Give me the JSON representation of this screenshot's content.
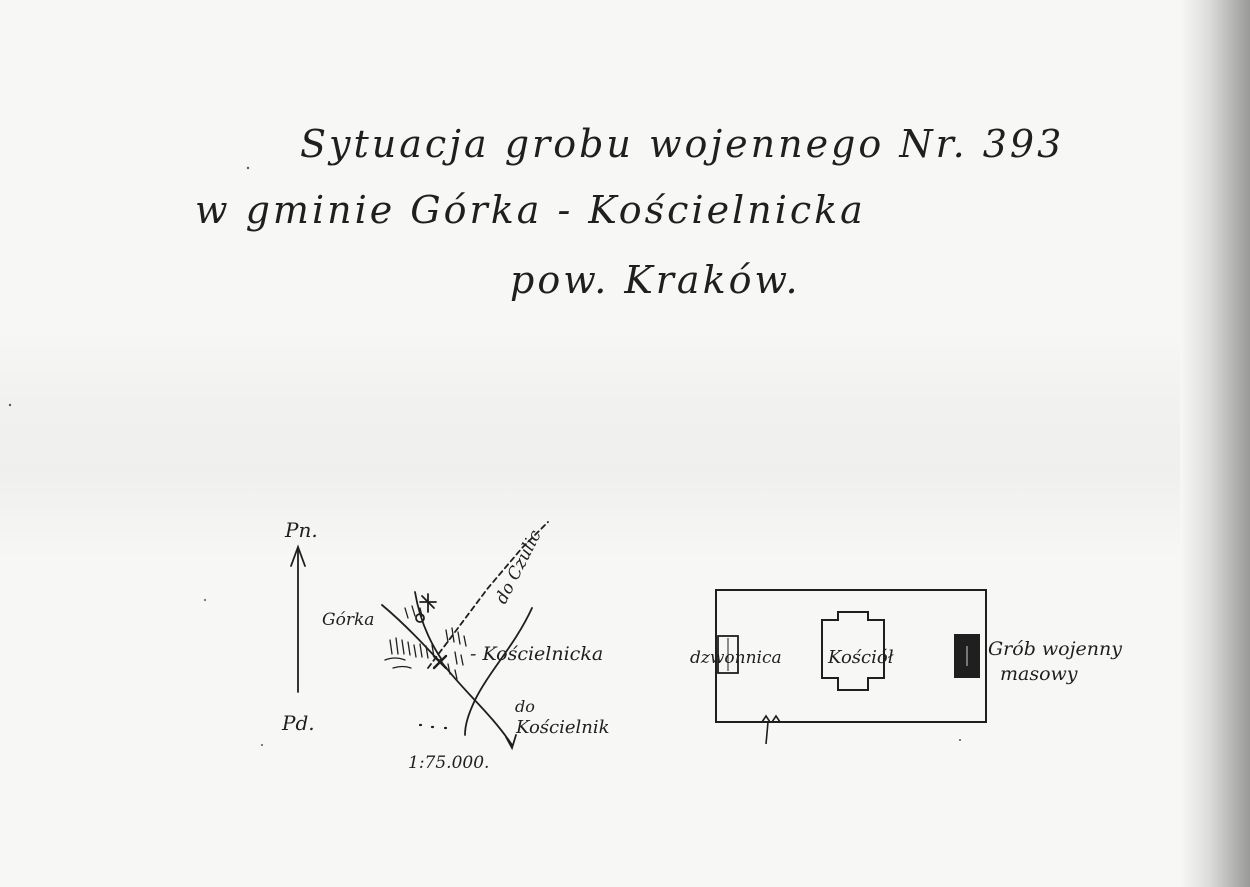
{
  "title": {
    "line1": "Sytuacja grobu wojennego Nr. 393",
    "line2": "w gminie Górka - Kościelnicka",
    "line3": "pow. Kraków."
  },
  "map": {
    "north_label": "Pn.",
    "south_label": "Pd.",
    "village_gorka": "Górka",
    "village_koscielnicka": "- Kościelnicka",
    "road_to_czulice": "do Czulic",
    "road_to_koscielniki_1": "do",
    "road_to_koscielniki_2": "Kościelnik",
    "scale": "1:75.000."
  },
  "site_plan": {
    "belfry_label": "dzwonnica",
    "church_label": "Kościół",
    "grave_label_1": "Grób wojenny",
    "grave_label_2": "masowy"
  }
}
